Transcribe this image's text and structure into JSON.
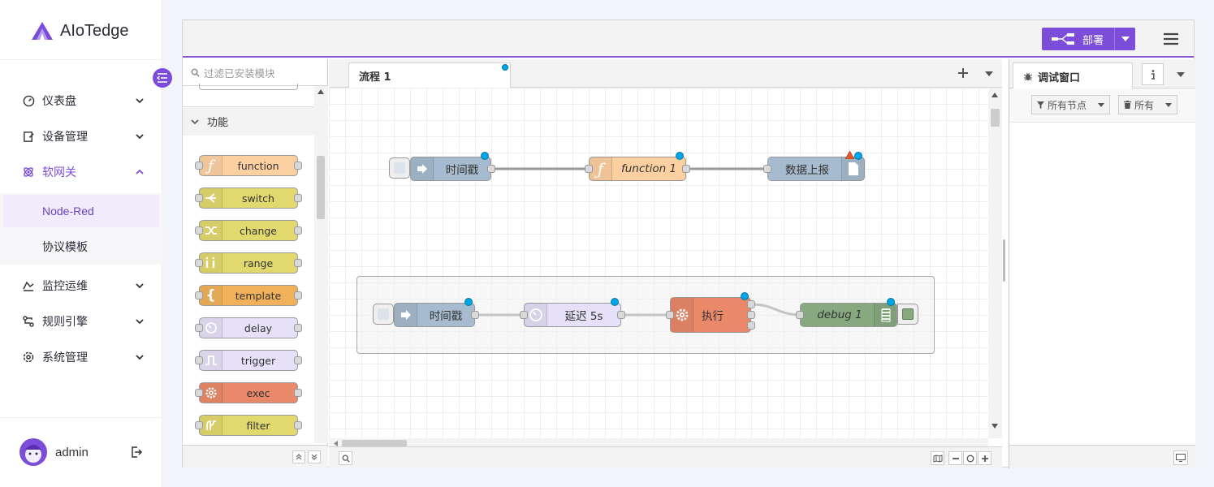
{
  "app": {
    "name": "AIoTedge"
  },
  "sidebar": {
    "items": [
      {
        "label": "仪表盘",
        "icon": "dashboard-icon"
      },
      {
        "label": "设备管理",
        "icon": "device-icon"
      },
      {
        "label": "软网关",
        "icon": "gateway-icon"
      },
      {
        "label": "监控运维",
        "icon": "monitor-icon"
      },
      {
        "label": "规则引擎",
        "icon": "rule-icon"
      },
      {
        "label": "系统管理",
        "icon": "settings-icon"
      }
    ],
    "sub_items": [
      {
        "label": "Node-Red"
      },
      {
        "label": "协议模板"
      }
    ]
  },
  "user": {
    "name": "admin"
  },
  "header": {
    "deploy_label": "部署"
  },
  "palette": {
    "search_placeholder": "过滤已安装模块",
    "category": "功能",
    "nodes": [
      {
        "label": "function",
        "color": "#fdd0a2"
      },
      {
        "label": "switch",
        "color": "#e2d96e"
      },
      {
        "label": "change",
        "color": "#e2d96e"
      },
      {
        "label": "range",
        "color": "#e2d96e"
      },
      {
        "label": "template",
        "color": "#f0b15a"
      },
      {
        "label": "delay",
        "color": "#e6e0f8"
      },
      {
        "label": "trigger",
        "color": "#e6e0f8"
      },
      {
        "label": "exec",
        "color": "#e9896a"
      },
      {
        "label": "filter",
        "color": "#e2d96e"
      }
    ]
  },
  "workspace": {
    "tab_label": "流程 1",
    "flow_nodes": [
      {
        "label": "时间戳",
        "type": "inject",
        "color": "#a6bbcf"
      },
      {
        "label": "function 1",
        "type": "function",
        "color": "#fdd0a2"
      },
      {
        "label": "数据上报",
        "type": "report",
        "color": "#a6bbcf"
      },
      {
        "label": "时间戳",
        "type": "inject",
        "color": "#a6bbcf"
      },
      {
        "label": "延迟 5s",
        "type": "delay",
        "color": "#e6e0f8"
      },
      {
        "label": "执行",
        "type": "exec",
        "color": "#e9896a"
      },
      {
        "label": "debug 1",
        "type": "debug",
        "color": "#87a980"
      }
    ]
  },
  "side_panel": {
    "tab_label": "调试窗口",
    "filter_nodes": "所有节点",
    "filter_all": "所有"
  }
}
